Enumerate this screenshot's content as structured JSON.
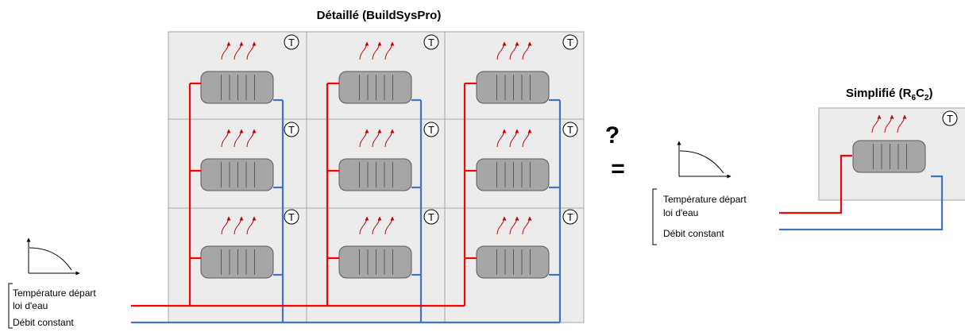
{
  "detailed": {
    "title": "Détaillé (BuildSysPro)",
    "thermostat_symbol": "T"
  },
  "comparison": {
    "question_mark": "?",
    "equals_sign": "="
  },
  "simplified": {
    "title_main": "Simplifié (R",
    "title_sub1": "6",
    "title_mid": "C",
    "title_sub2": "2",
    "title_close": ")",
    "thermostat_symbol": "T"
  },
  "control_left": {
    "supply_temp_label": "Température départ",
    "law_label": "loi d'eau",
    "flow_label": "Débit constant"
  },
  "control_right": {
    "supply_temp_label": "Température départ",
    "law_label": "loi d'eau",
    "flow_label": "Débit constant"
  },
  "colors": {
    "supply_pipe": "#ff0000",
    "return_pipe": "#4472c4",
    "room_fill": "#ececec",
    "radiator_fill": "#a6a6a6",
    "heat_arrow": "#c00000"
  }
}
